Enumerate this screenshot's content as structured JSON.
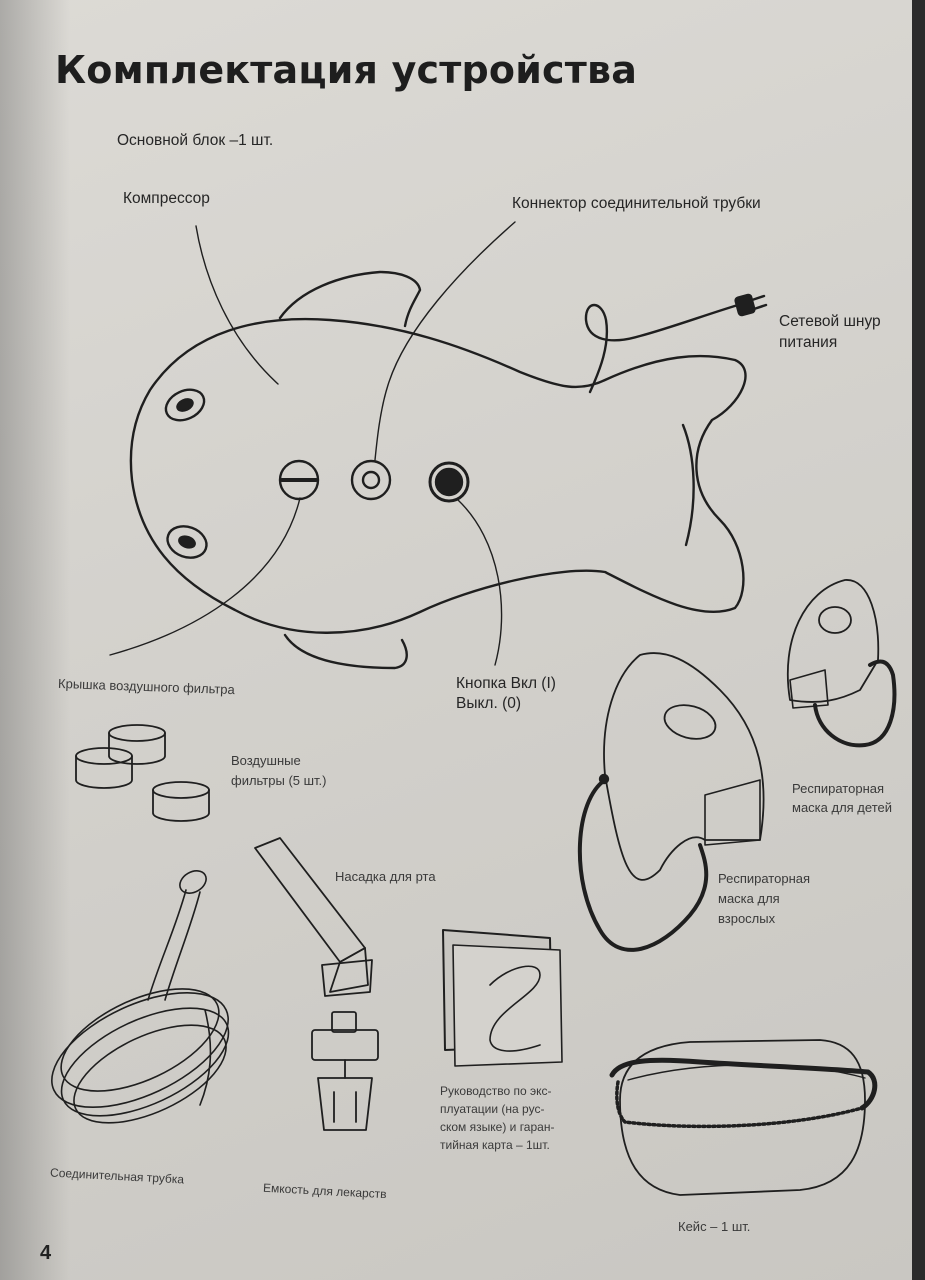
{
  "page": {
    "title": "Комплектация устройства",
    "page_number": "4"
  },
  "labels": {
    "main_unit": "Основной блок –1 шт.",
    "compressor": "Компрессор",
    "tube_connector": "Коннектор соединительной трубки",
    "power_cord_line1": "Сетевой шнур",
    "power_cord_line2": "питания",
    "air_filter_cover": "Крышка воздушного фильтра",
    "power_button_line1": "Кнопка Вкл (I)",
    "power_button_line2": "Выкл. (0)",
    "air_filters_line1": "Воздушные",
    "air_filters_line2": "фильтры (5 шт.)",
    "mouthpiece": "Насадка для рта",
    "child_mask_line1": "Респираторная",
    "child_mask_line2": "маска для детей",
    "adult_mask_line1": "Респираторная",
    "adult_mask_line2": "маска для",
    "adult_mask_line3": "взрослых",
    "manual_line1": "Руководство по экс-",
    "manual_line2": "плуатации (на рус-",
    "manual_line3": "ском языке) и гаран-",
    "manual_line4": "тийная карта – 1шт.",
    "connecting_tube": "Соединительная трубка",
    "medicine_container": "Емкость для лекарств",
    "case": "Кейс – 1 шт."
  },
  "colors": {
    "paper": "#d6d4cf",
    "ink": "#262626"
  }
}
